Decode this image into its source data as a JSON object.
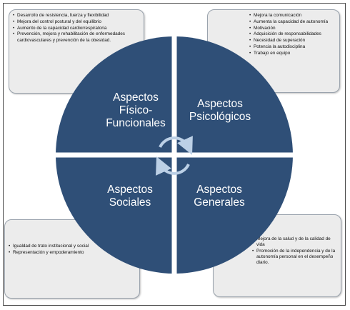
{
  "quadrants": {
    "top_left": {
      "title_lines": [
        "Aspectos",
        "Físico-",
        "Funcionales"
      ]
    },
    "top_right": {
      "title_lines": [
        "Aspectos",
        "Psicológicos"
      ]
    },
    "bottom_left": {
      "title_lines": [
        "Aspectos",
        "Sociales"
      ]
    },
    "bottom_right": {
      "title_lines": [
        "Aspectos",
        "Generales"
      ]
    }
  },
  "notes": {
    "top_left": [
      "Desarrollo de resistencia, fuerza y flexibilidad",
      "Mejora del control postural y del equilibrio",
      "Aumento de la capacidad cardiorrespiratoria",
      "Prevención, mejora y rehabilitación de enfermedades cardiovasculares y prevención de la obesidad."
    ],
    "top_right": [
      "Mejora la comunicación",
      "Aumenta la capacidad de autonomía",
      "Motivación",
      "Adquisición de responsabilidades",
      "Necesidad de superación",
      "Potencia la autodisciplina",
      "Trabajo en equipo"
    ],
    "bottom_left": [
      "Igualdad de trato institucional y social",
      "Representación y empoderamiento"
    ],
    "bottom_right": [
      "Mejora de la salud y de la calidad de vida",
      "Promoción de la independencia y de la autonomía personal en el desempeño diario."
    ]
  },
  "colors": {
    "quadrant_fill": "#2f4f77",
    "divider": "#ffffff",
    "note_fill": "#ececec",
    "note_border": "#9aa3ad",
    "cycle_arrows": "#bcd0e6"
  },
  "icons": {
    "center": "cycle-arrows-icon"
  }
}
